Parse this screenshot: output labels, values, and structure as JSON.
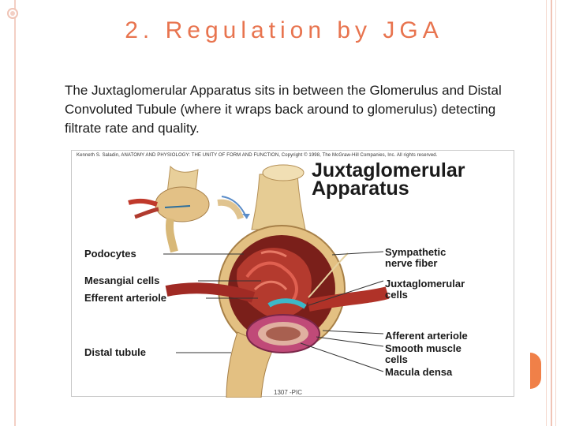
{
  "slide": {
    "title": "2. Regulation by JGA",
    "body": "The Juxtaglomerular Apparatus sits in between the Glomerulus and Distal Convoluted Tubule (where it wraps back around to glomerulus) detecting filtrate rate and quality."
  },
  "figure": {
    "credit": "Kenneth S. Saladin, ANATOMY AND PHYSIOLOGY: THE UNITY OF FORM AND FUNCTION, Copyright © 1998, The McGraw-Hill Companies, Inc. All rights reserved.",
    "title_line1": "Juxtaglomerular",
    "title_line2": "Apparatus",
    "labels_left": {
      "podocytes": "Podocytes",
      "mesangial": "Mesangial cells",
      "efferent": "Efferent arteriole",
      "distal": "Distal tubule"
    },
    "labels_right": {
      "sympathetic_1": "Sympathetic",
      "sympathetic_2": "nerve fiber",
      "jg_1": "Juxtaglomerular",
      "jg_2": "cells",
      "afferent": "Afferent arteriole",
      "smooth_1": "Smooth muscle",
      "smooth_2": "cells",
      "macula": "Macula densa"
    },
    "code": "1307 -PIC"
  },
  "colors": {
    "title": "#e8744f",
    "accent_tab": "#f08048",
    "rules": "#f0c4b6"
  }
}
